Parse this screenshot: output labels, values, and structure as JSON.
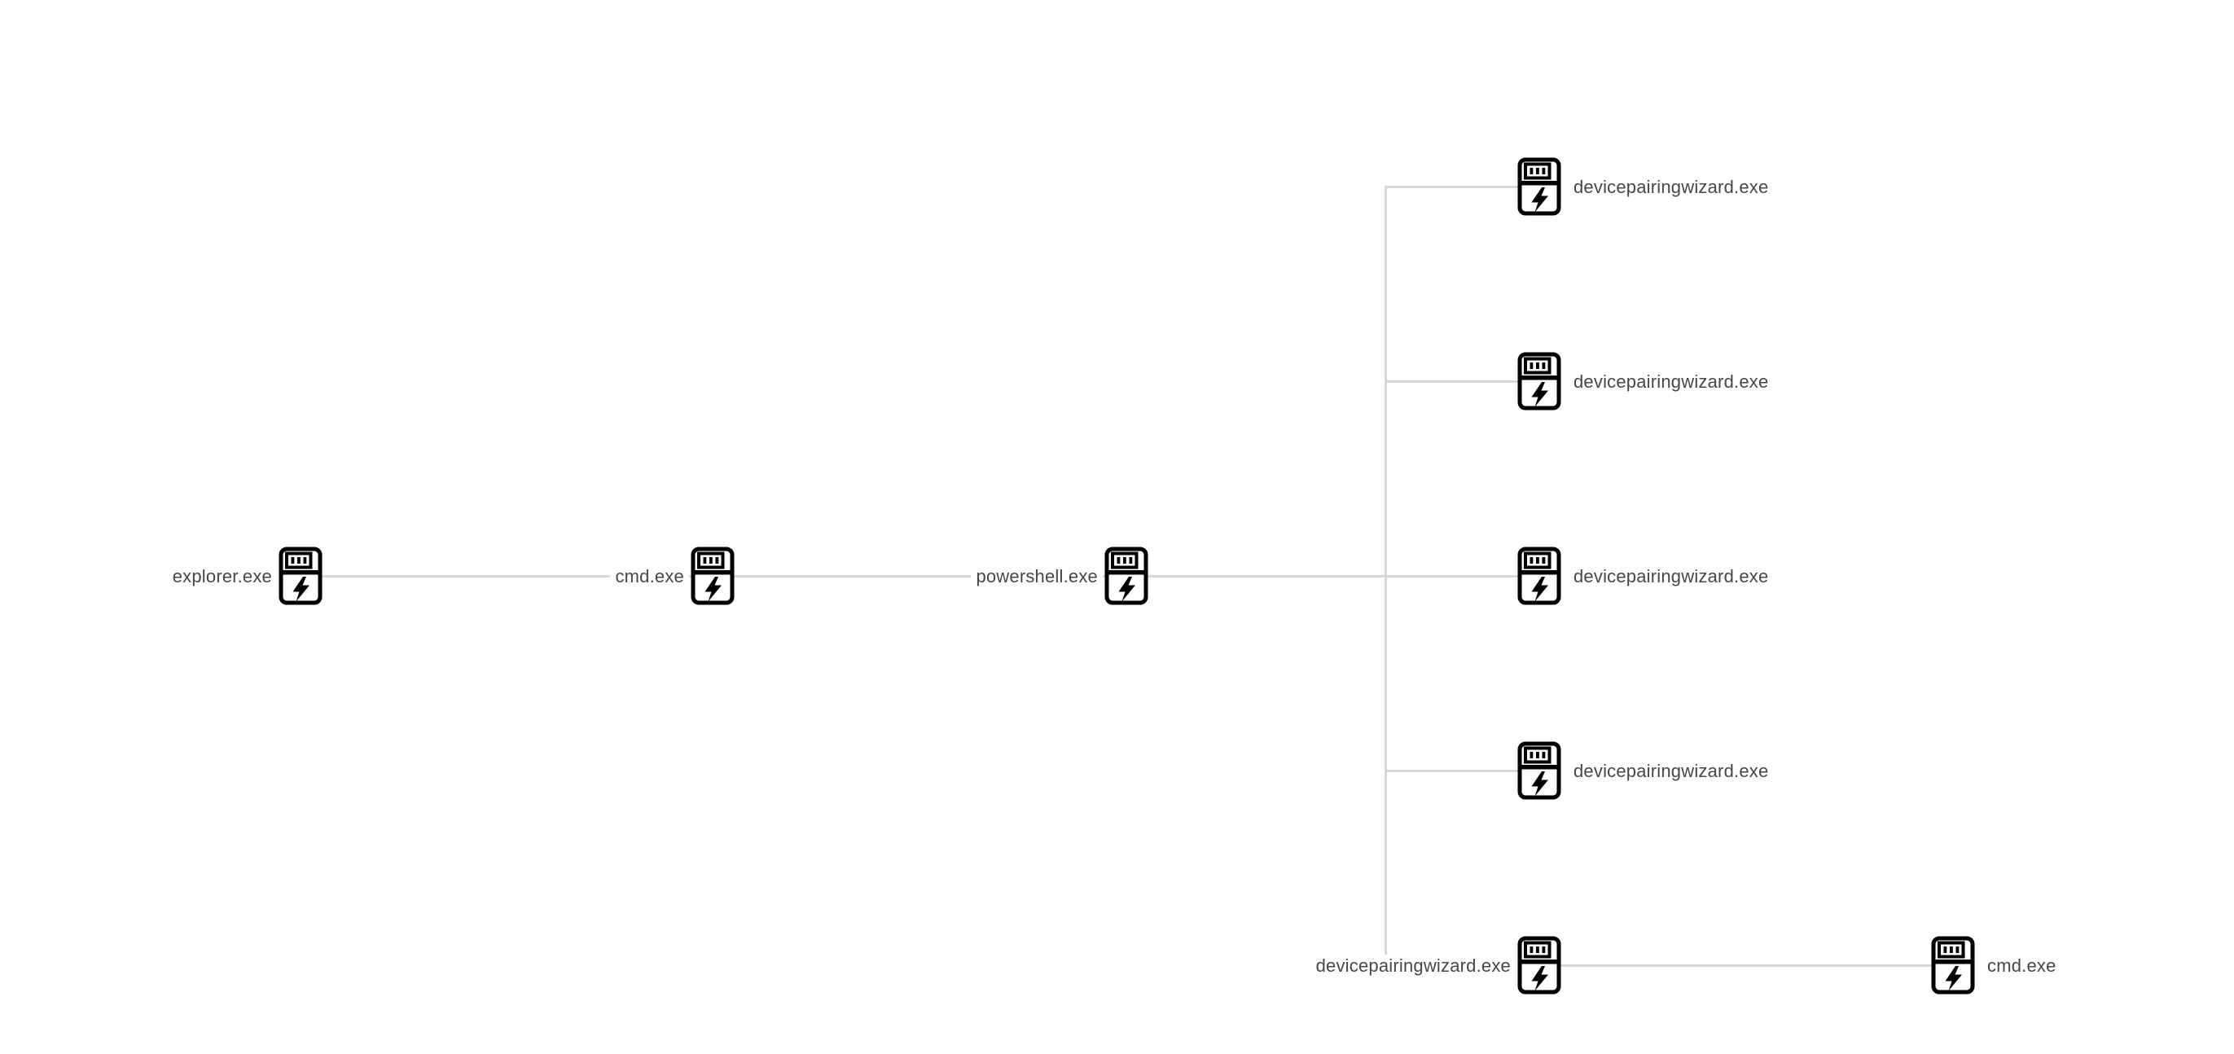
{
  "colors": {
    "edge": "#d8d8d8",
    "label": "#474747",
    "icon": "#000000",
    "background": "#ffffff"
  },
  "graph": {
    "kind": "process-tree",
    "icon_glyph": "process-lightning-icon"
  },
  "nodes": [
    {
      "id": "explorer",
      "label": "explorer.exe",
      "label_side": "left"
    },
    {
      "id": "cmd",
      "label": "cmd.exe",
      "label_side": "left"
    },
    {
      "id": "powershell",
      "label": "powershell.exe",
      "label_side": "left"
    },
    {
      "id": "devicepairingwizard-1",
      "label": "devicepairingwizard.exe",
      "label_side": "right"
    },
    {
      "id": "devicepairingwizard-2",
      "label": "devicepairingwizard.exe",
      "label_side": "right"
    },
    {
      "id": "devicepairingwizard-3",
      "label": "devicepairingwizard.exe",
      "label_side": "right"
    },
    {
      "id": "devicepairingwizard-4",
      "label": "devicepairingwizard.exe",
      "label_side": "right"
    },
    {
      "id": "devicepairingwizard-5",
      "label": "devicepairingwizard.exe",
      "label_side": "left"
    },
    {
      "id": "cmd-2",
      "label": "cmd.exe",
      "label_side": "right"
    }
  ],
  "edges": [
    {
      "from": "explorer",
      "to": "cmd"
    },
    {
      "from": "cmd",
      "to": "powershell"
    },
    {
      "from": "powershell",
      "to": "devicepairingwizard-1"
    },
    {
      "from": "powershell",
      "to": "devicepairingwizard-2"
    },
    {
      "from": "powershell",
      "to": "devicepairingwizard-3"
    },
    {
      "from": "powershell",
      "to": "devicepairingwizard-4"
    },
    {
      "from": "powershell",
      "to": "devicepairingwizard-5"
    },
    {
      "from": "devicepairingwizard-5",
      "to": "cmd-2"
    }
  ]
}
